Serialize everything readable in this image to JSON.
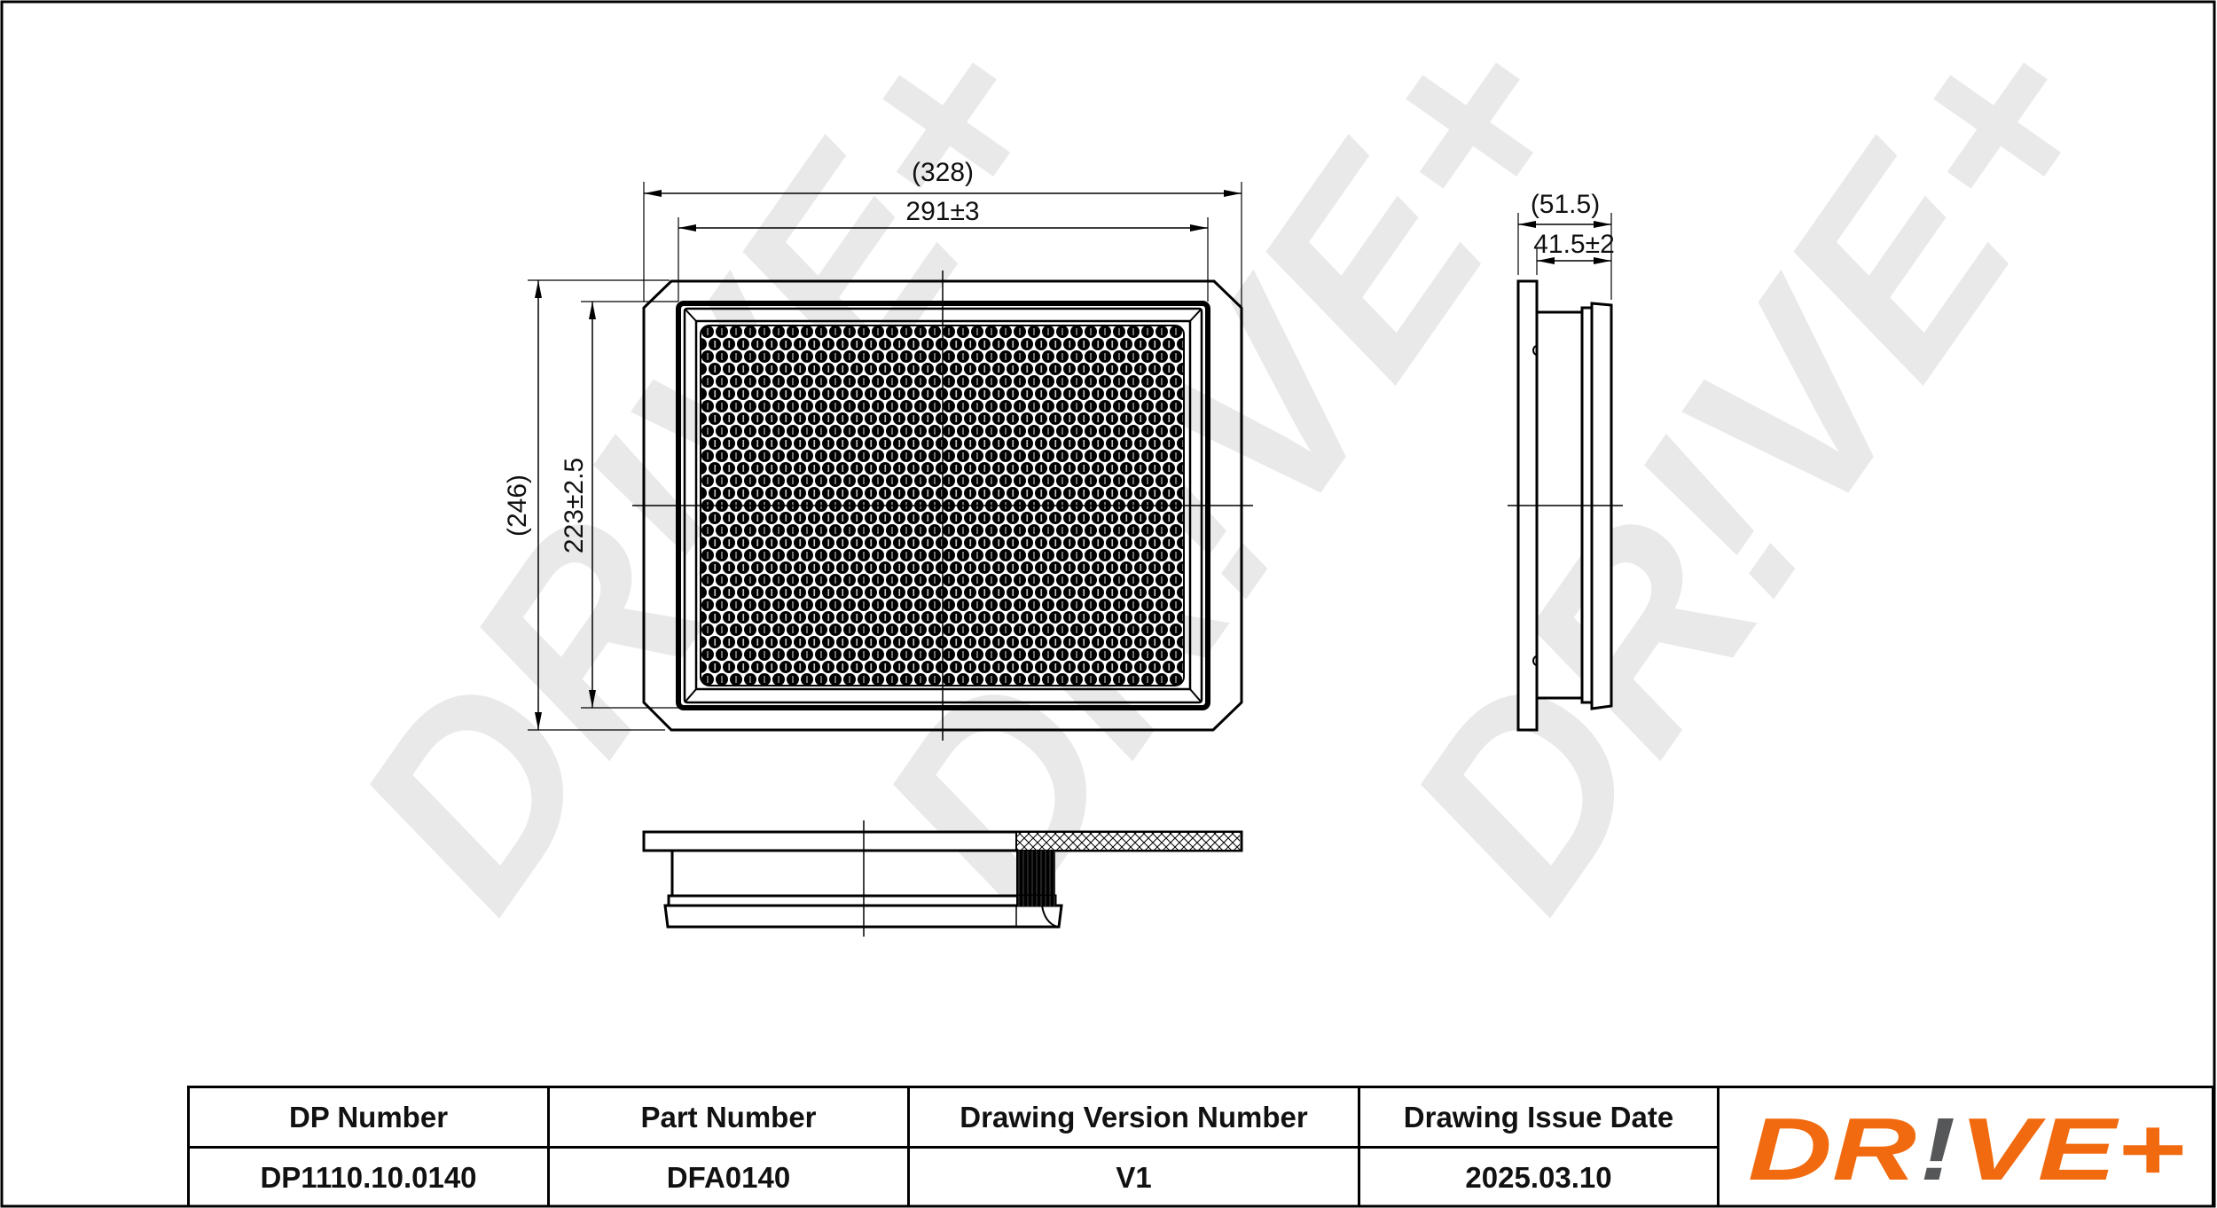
{
  "drawing": {
    "front_view": {
      "dimensions": {
        "overall_width": "(328)",
        "media_width": "291±3",
        "overall_height": "(246)",
        "media_height": "223±2.5"
      }
    },
    "side_view": {
      "dimensions": {
        "overall_depth": "(51.5)",
        "body_depth": "41.5±2"
      }
    },
    "bottom_view": {},
    "watermark": "DR!VE+"
  },
  "title_block": {
    "headers": [
      "DP Number",
      "Part Number",
      "Drawing Version Number",
      "Drawing Issue Date"
    ],
    "values": [
      "DP1110.10.0140",
      "DFA0140",
      "V1",
      "2025.03.10"
    ]
  },
  "logo": {
    "text_left": "DR",
    "text_mark": "!",
    "text_right": "VE+",
    "color_primary": "#f26a0f",
    "color_mark": "#555759"
  },
  "colors": {
    "line": "#000000",
    "watermark": "#e9e9e9",
    "background": "#ffffff"
  }
}
